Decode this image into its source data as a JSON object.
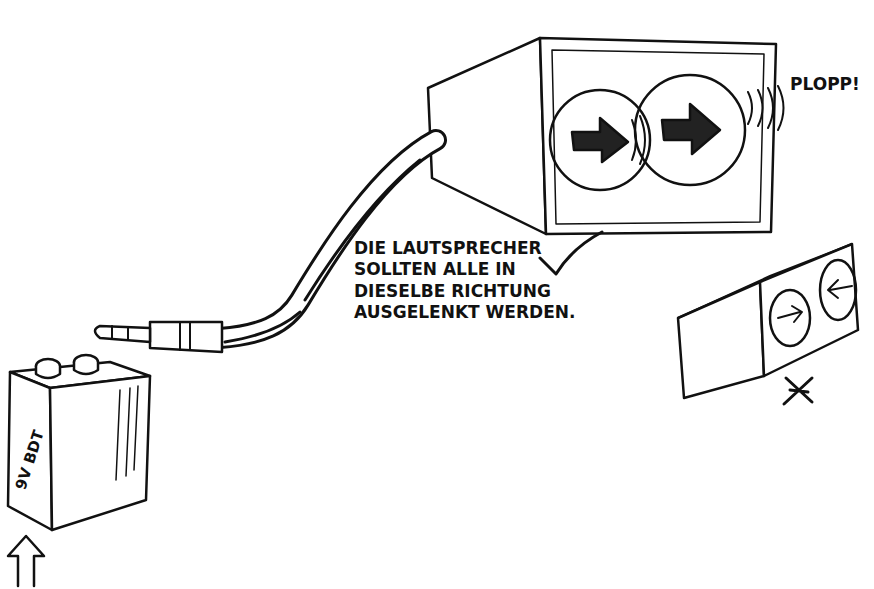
{
  "diagram": {
    "nodes": [
      {
        "text": [
          "9V BDT"
        ]
      }
    ],
    "labels": [
      "PLOPP!",
      "DIE LAUTSPRECHER SOLLTEN ALLE IN DIESELBE RICHTUNG AUSGELENKT WERDEN."
    ]
  }
}
